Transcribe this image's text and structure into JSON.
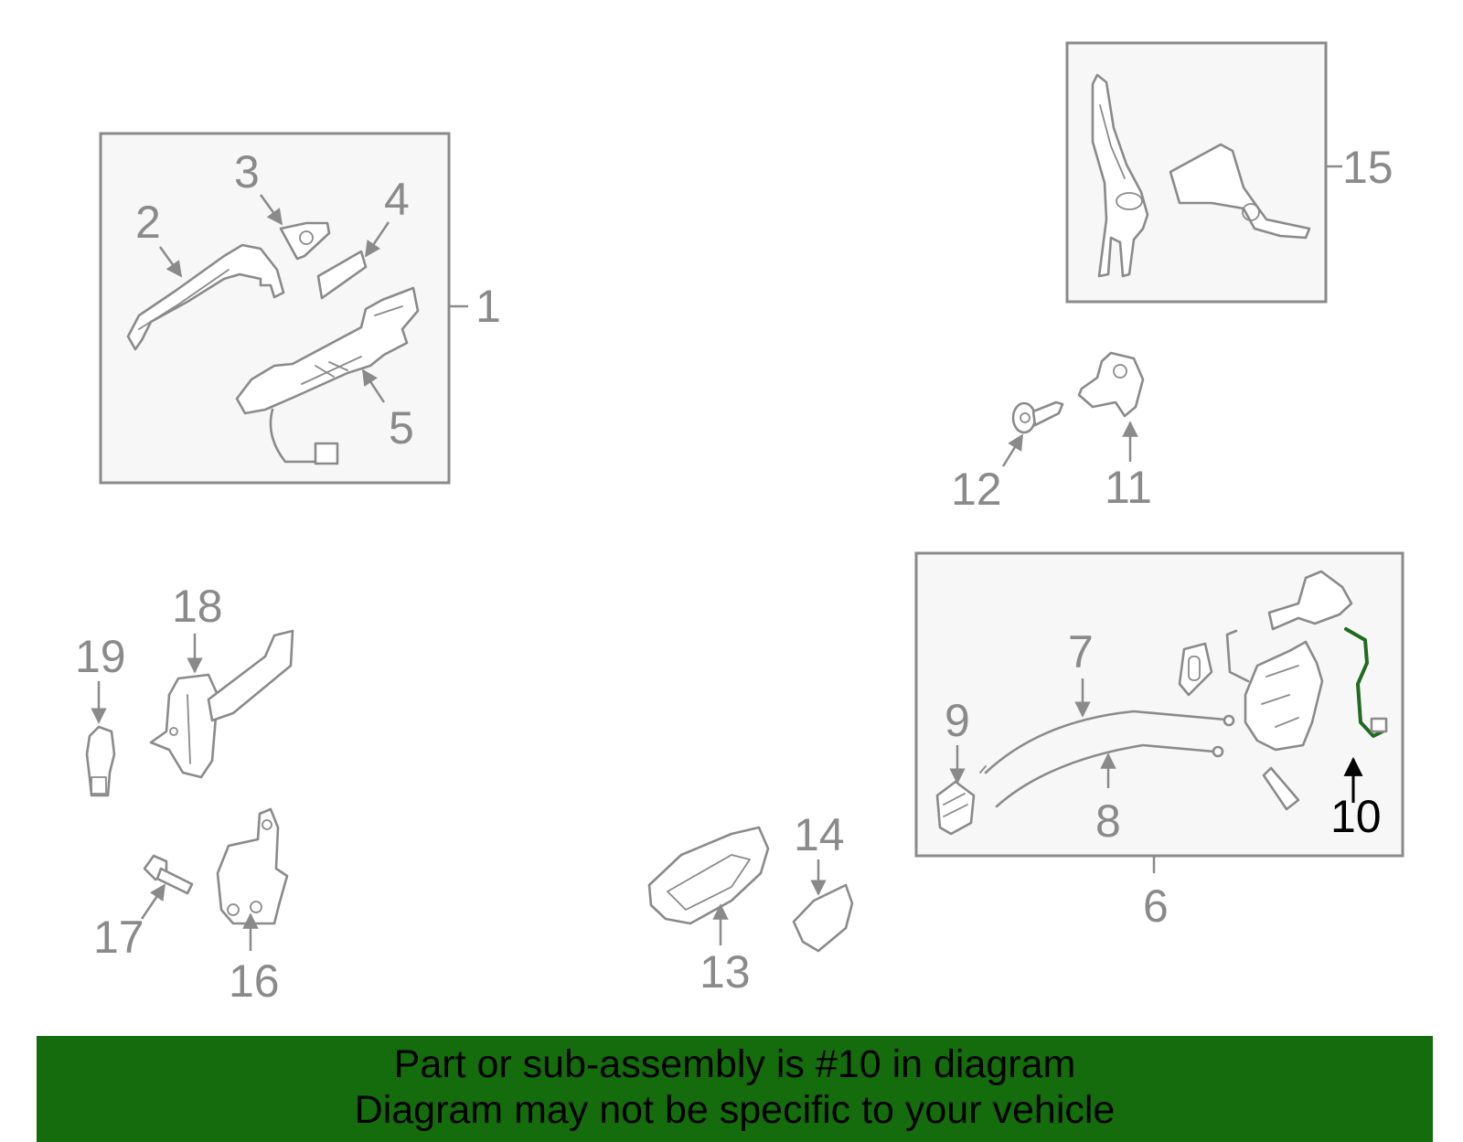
{
  "colors": {
    "line": "#8a8a8a",
    "box_fill": "#f7f7f7",
    "highlight_part": "#1f6b1f",
    "banner": "#156c0c"
  },
  "callouts": {
    "c1": "1",
    "c2": "2",
    "c3": "3",
    "c4": "4",
    "c5": "5",
    "c6": "6",
    "c7": "7",
    "c8": "8",
    "c9": "9",
    "c10": "10",
    "c11": "11",
    "c12": "12",
    "c13": "13",
    "c14": "14",
    "c15": "15",
    "c16": "16",
    "c17": "17",
    "c18": "18",
    "c19": "19"
  },
  "highlighted_callout": "10",
  "banner": {
    "line1": "Part or sub-assembly is #10 in diagram",
    "line2": "Diagram may not be specific to your vehicle"
  }
}
